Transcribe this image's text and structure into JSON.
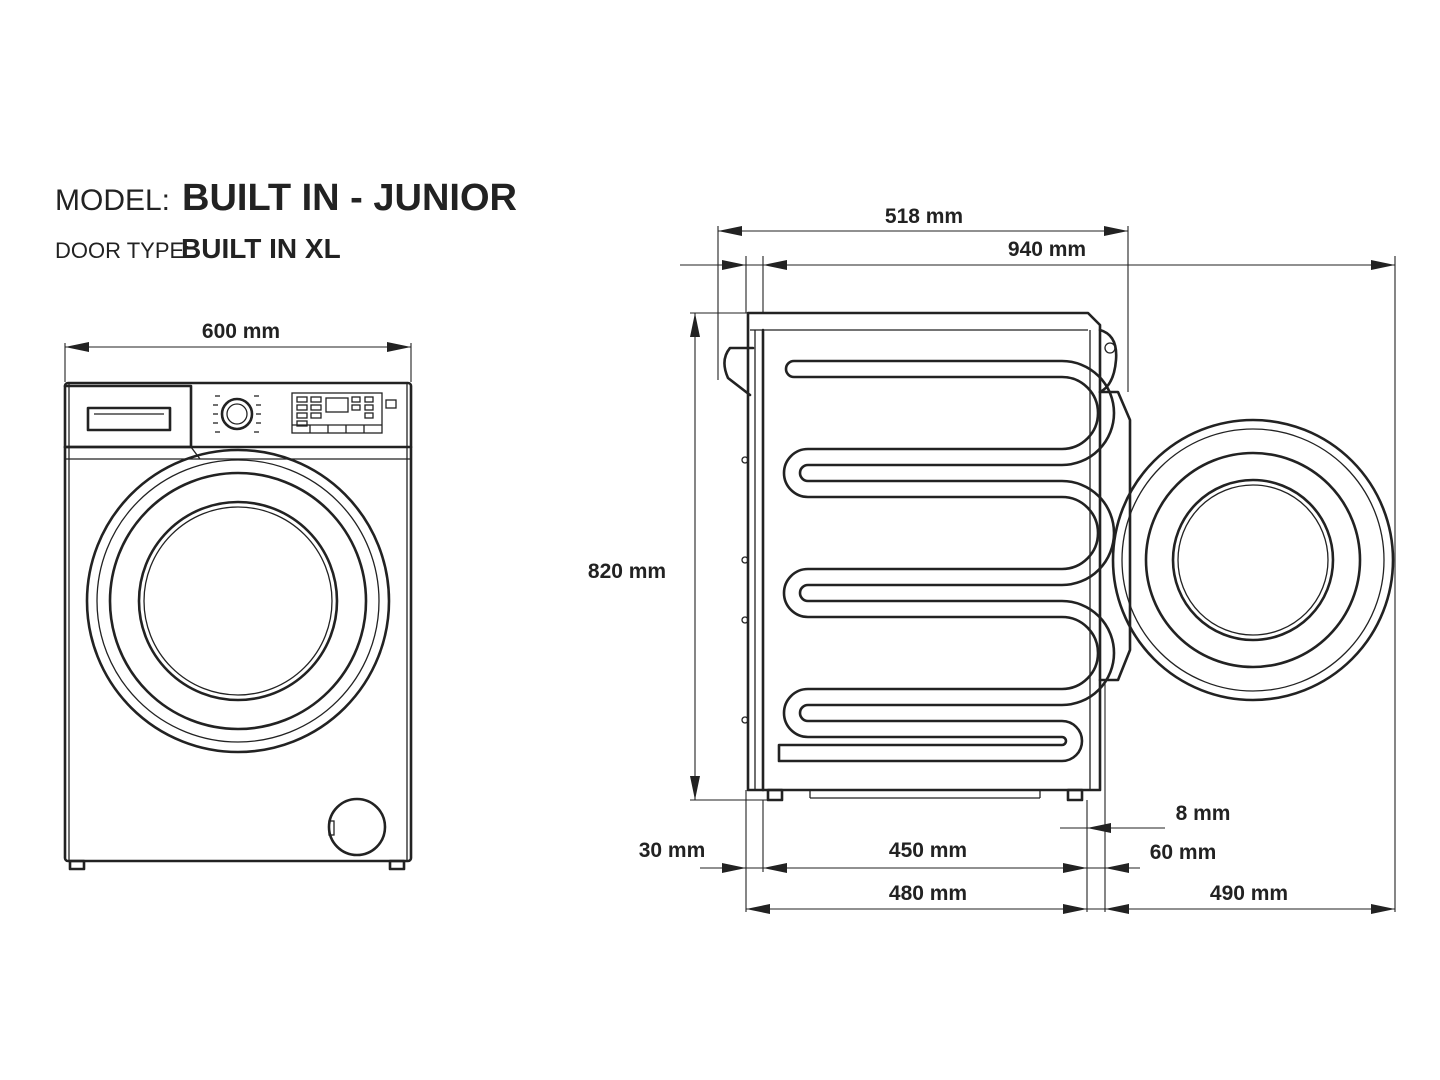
{
  "header": {
    "model_key": "MODEL:",
    "model_value": "BUILT IN - JUNIOR",
    "door_key": "DOOR TYPE:",
    "door_value": "BUILT IN XL"
  },
  "front_view": {
    "width_label": "600 mm"
  },
  "side_view": {
    "depth_door_label": "518 mm",
    "depth_open_label": "940 mm",
    "height_label": "820 mm",
    "foot_label": "8 mm",
    "back_gap_label": "30 mm",
    "body_label": "450 mm",
    "front_gap_label": "60 mm",
    "total_depth_label": "480 mm",
    "door_open_label": "490 mm"
  }
}
